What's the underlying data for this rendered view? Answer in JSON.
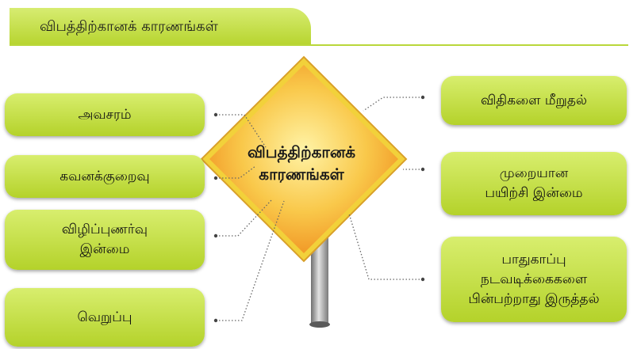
{
  "header": {
    "title": "விபத்திற்கானக் காரணங்கள்"
  },
  "center": {
    "label": "விபத்திற்கானக்\nகாரணங்கள்"
  },
  "left_causes": [
    "அவசரம்",
    "கவனக்குறைவு",
    "விழிப்புணர்வு\nஇன்மை",
    "வெறுப்பு"
  ],
  "right_causes": [
    "விதிகளை மீறுதல்",
    "முறையான\nபயிற்சி இன்மை",
    "பாதுகாப்பு\nநடவடிக்கைகளை\nபின்பற்றாது இருத்தல்"
  ],
  "colors": {
    "box": "#c4e04a",
    "sign": "#f7b43a",
    "sign_edge": "#f3d23a",
    "pole": "#9a9a9a"
  }
}
